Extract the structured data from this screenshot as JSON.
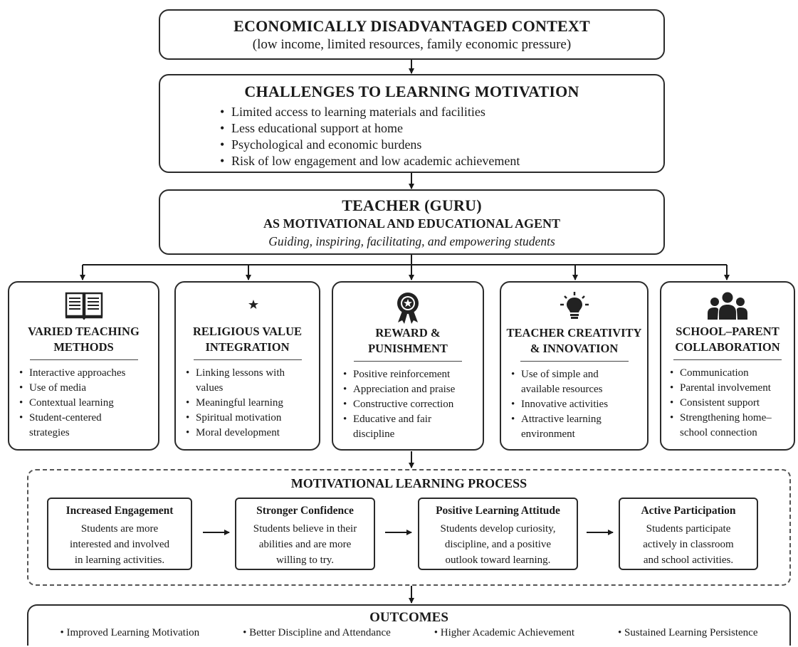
{
  "context": {
    "title": "ECONOMICALLY DISADVANTAGED CONTEXT",
    "subtitle": "(low income, limited resources, family economic pressure)"
  },
  "challenges": {
    "title": "CHALLENGES TO LEARNING MOTIVATION",
    "items": [
      "Limited access to learning materials and facilities",
      "Less educational support at home",
      "Psychological and economic burdens",
      "Risk of low engagement and low academic achievement"
    ]
  },
  "teacher": {
    "title": "TEACHER (GURU)",
    "subtitle": "AS MOTIVATIONAL AND EDUCATIONAL AGENT",
    "tagline": "Guiding, inspiring, facilitating, and empowering students"
  },
  "strategies": [
    {
      "icon": "book-icon",
      "title_line1": "VARIED TEACHING",
      "title_line2": "METHODS",
      "items": [
        "Interactive approaches",
        "Use of media",
        "Contextual learning",
        "Student-centered strategies"
      ]
    },
    {
      "icon": "crescent-star-icon",
      "title_line1": "RELIGIOUS VALUE",
      "title_line2": "INTEGRATION",
      "items": [
        "Linking lessons with values",
        "Meaningful learning",
        "Spiritual motivation",
        "Moral development"
      ]
    },
    {
      "icon": "award-ribbon-icon",
      "title_line1": "REWARD &",
      "title_line2": "PUNISHMENT",
      "items": [
        "Positive reinforcement",
        "Appreciation and praise",
        "Constructive correction",
        "Educative and fair discipline"
      ]
    },
    {
      "icon": "lightbulb-icon",
      "title_line1": "TEACHER CREATIVITY",
      "title_line2": "& INNOVATION",
      "items": [
        "Use of simple and available resources",
        "Innovative activities",
        "Attractive learning environment"
      ]
    },
    {
      "icon": "people-group-icon",
      "title_line1": "SCHOOL–PARENT",
      "title_line2": "COLLABORATION",
      "items": [
        "Communication",
        "Parental involvement",
        "Consistent support",
        "Strengthening home–school connection"
      ]
    }
  ],
  "process": {
    "title": "MOTIVATIONAL LEARNING PROCESS",
    "steps": [
      {
        "title": "Increased Engagement",
        "line1": "Students are more",
        "line2": "interested and involved",
        "line3": "in learning activities."
      },
      {
        "title": "Stronger Confidence",
        "line1": "Students believe in their",
        "line2": "abilities and are more",
        "line3": "willing to try."
      },
      {
        "title": "Positive Learning Attitude",
        "line1": "Students develop curiosity,",
        "line2": "discipline, and a positive",
        "line3": "outlook toward learning."
      },
      {
        "title": "Active Participation",
        "line1": "Students participate",
        "line2": "actively in classroom",
        "line3": "and school activities."
      }
    ]
  },
  "outcomes": {
    "title": "OUTCOMES",
    "items": [
      "Improved Learning Motivation",
      "Better Discipline and Attendance",
      "Higher Academic Achievement",
      "Sustained Learning Persistence"
    ]
  }
}
